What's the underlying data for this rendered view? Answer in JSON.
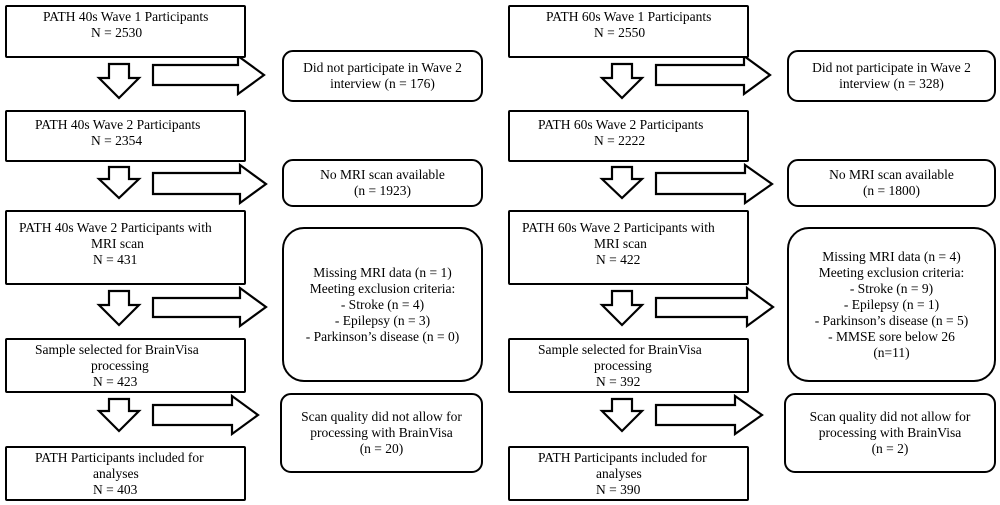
{
  "left": {
    "main": [
      {
        "lines": [
          "PATH 40s Wave 1 Participants",
          "N = 2530"
        ]
      },
      {
        "lines": [
          "PATH 40s Wave 2 Participants",
          "N = 2354"
        ]
      },
      {
        "lines": [
          "PATH 40s Wave 2 Participants with",
          "MRI scan",
          "N = 431"
        ]
      },
      {
        "lines": [
          "Sample selected for BrainVisa",
          "processing",
          "N = 423"
        ]
      },
      {
        "lines": [
          "PATH Participants included for",
          "analyses",
          "N = 403"
        ]
      }
    ],
    "side": [
      {
        "lines": [
          "Did not participate in Wave 2",
          "interview (n = 176)"
        ]
      },
      {
        "lines": [
          "No MRI scan available",
          "(n = 1923)"
        ]
      },
      {
        "lines": [
          "Missing MRI data (n = 1)",
          "Meeting exclusion criteria:",
          "- Stroke (n = 4)",
          "- Epilepsy (n = 3)",
          "- Parkinson’s disease (n = 0)"
        ]
      },
      {
        "lines": [
          "Scan quality did not allow for",
          "processing with BrainVisa",
          "(n = 20)"
        ]
      }
    ]
  },
  "right": {
    "main": [
      {
        "lines": [
          "PATH 60s Wave 1 Participants",
          "N = 2550"
        ]
      },
      {
        "lines": [
          "PATH 60s Wave 2 Participants",
          "N = 2222"
        ]
      },
      {
        "lines": [
          "PATH 60s Wave 2 Participants with",
          "MRI scan",
          "N = 422"
        ]
      },
      {
        "lines": [
          "Sample selected for BrainVisa",
          "processing",
          "N = 392"
        ]
      },
      {
        "lines": [
          "PATH Participants included for",
          "analyses",
          "N = 390"
        ]
      }
    ],
    "side": [
      {
        "lines": [
          "Did not participate in Wave 2",
          "interview (n = 328)"
        ]
      },
      {
        "lines": [
          "No MRI scan available",
          "(n = 1800)"
        ]
      },
      {
        "lines": [
          "Missing MRI data (n = 4)",
          "Meeting exclusion criteria:",
          "- Stroke (n = 9)",
          "- Epilepsy (n = 1)",
          "- Parkinson’s disease (n = 5)",
          "- MMSE sore below 26",
          "(n=11)"
        ]
      },
      {
        "lines": [
          "Scan quality did not allow for",
          "processing with BrainVisa",
          "(n = 2)"
        ]
      }
    ]
  }
}
